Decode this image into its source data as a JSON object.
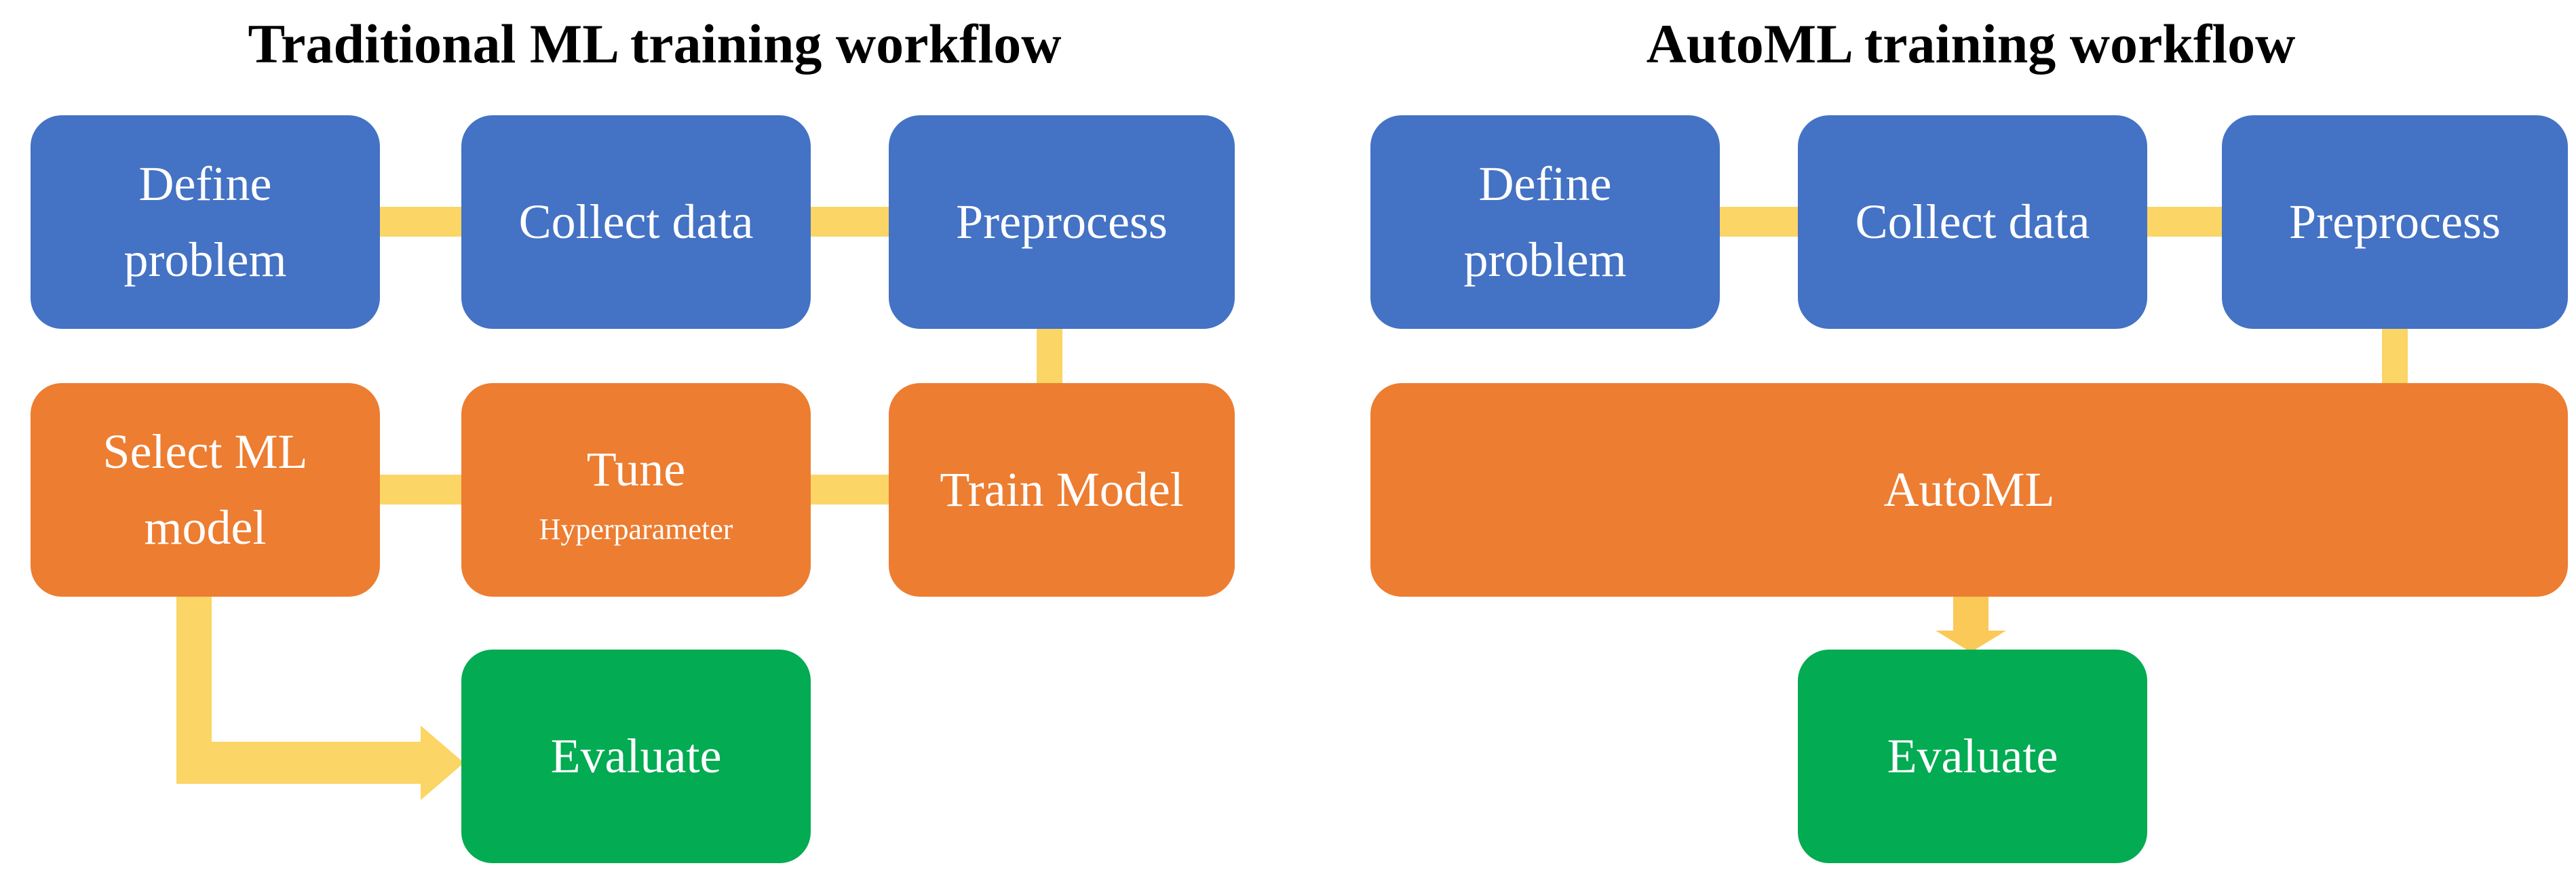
{
  "colors": {
    "node_blue": "#4472C4",
    "node_orange": "#ED7D31",
    "node_green": "#03AB52",
    "connector_yellow": "#FBD565",
    "arrow_gold": "#FAC957",
    "title_color": "#000000",
    "node_text": "#FFFFFF"
  },
  "left_diagram": {
    "title": "Traditional ML training workflow",
    "nodes": {
      "define_problem": "Define\nproblem",
      "collect_data": "Collect data",
      "preprocess": "Preprocess",
      "select_ml_model": "Select ML\nmodel",
      "tune": "Tune",
      "tune_sub": "Hyperparameter",
      "train_model": "Train Model",
      "evaluate": "Evaluate"
    }
  },
  "right_diagram": {
    "title": "AutoML training workflow",
    "nodes": {
      "define_problem": "Define\nproblem",
      "collect_data": "Collect data",
      "preprocess": "Preprocess",
      "automl": "AutoML",
      "evaluate": "Evaluate"
    }
  }
}
